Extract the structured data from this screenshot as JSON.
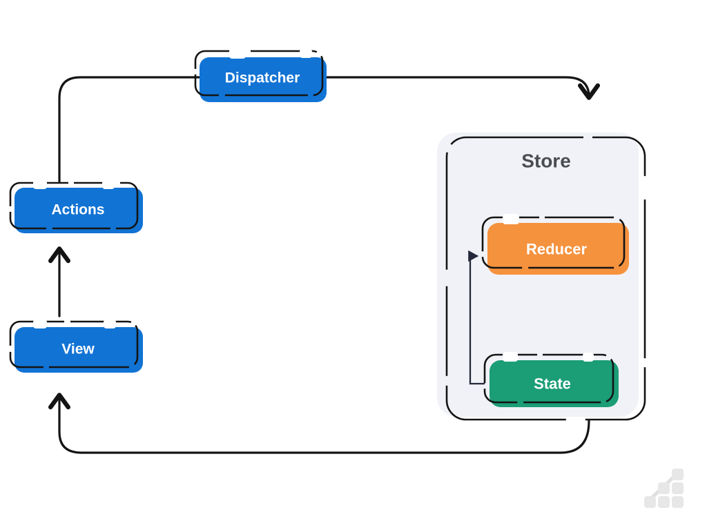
{
  "diagram": {
    "type": "flow",
    "nodes": {
      "dispatcher": {
        "label": "Dispatcher",
        "color": "#1173d4"
      },
      "actions": {
        "label": "Actions",
        "color": "#1173d4"
      },
      "view": {
        "label": "View",
        "color": "#1173d4"
      },
      "store": {
        "label": "Store",
        "bg": "#f1f2f7",
        "title_color": "#4a4d52"
      },
      "reducer": {
        "label": "Reducer",
        "color": "#f5923e"
      },
      "state": {
        "label": "State",
        "color": "#1b9d75"
      }
    },
    "edges": [
      {
        "id": "actions-to-store",
        "from": "Actions",
        "via": "Dispatcher",
        "to": "Store"
      },
      {
        "id": "view-to-actions",
        "from": "View",
        "to": "Actions"
      },
      {
        "id": "store-to-view",
        "from": "Store",
        "to": "View"
      },
      {
        "id": "state-to-reducer",
        "from": "State",
        "to": "Reducer"
      }
    ]
  },
  "colors": {
    "background": "#ffffff",
    "line": "#141414",
    "loop_line": "#23283a",
    "label_text": "#ffffff",
    "watermark": "#e7e7e7",
    "watermark_line": "#dedede"
  },
  "watermark": {
    "icon": "stairs-chart-logo-icon"
  }
}
